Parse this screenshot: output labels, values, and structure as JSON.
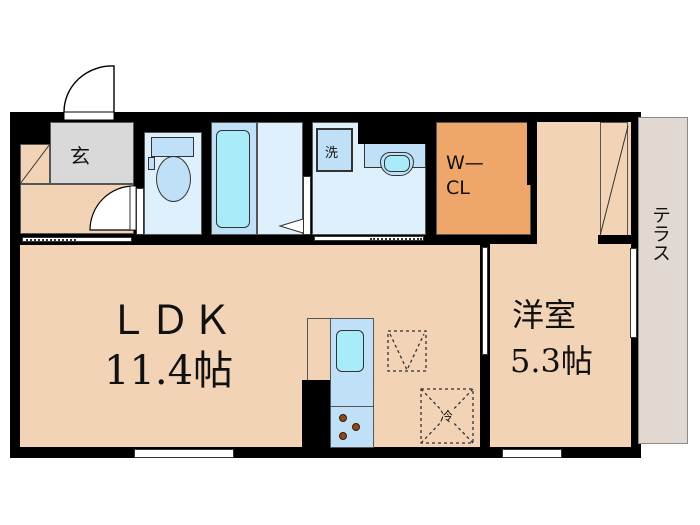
{
  "floorplan": {
    "rooms": {
      "genkan": {
        "label": "玄"
      },
      "ldk": {
        "name": "ＬＤＫ",
        "size": "11.4帖"
      },
      "western": {
        "name": "洋室",
        "size": "5.3帖"
      },
      "wcl": {
        "line1": "W—",
        "line2": "CL"
      },
      "terrace": {
        "label": "テラス"
      },
      "washer": {
        "label": "洗"
      },
      "fridge": {
        "label": "冷"
      }
    },
    "colors": {
      "wall": "#000000",
      "floor": "#f2d3b6",
      "wet_area": "#def0fb",
      "fixture_blue": "#bfe0f7",
      "genkan": "#d9d9d9",
      "walk_in_closet": "#eea66a",
      "terrace": "#e1d8d1"
    }
  }
}
